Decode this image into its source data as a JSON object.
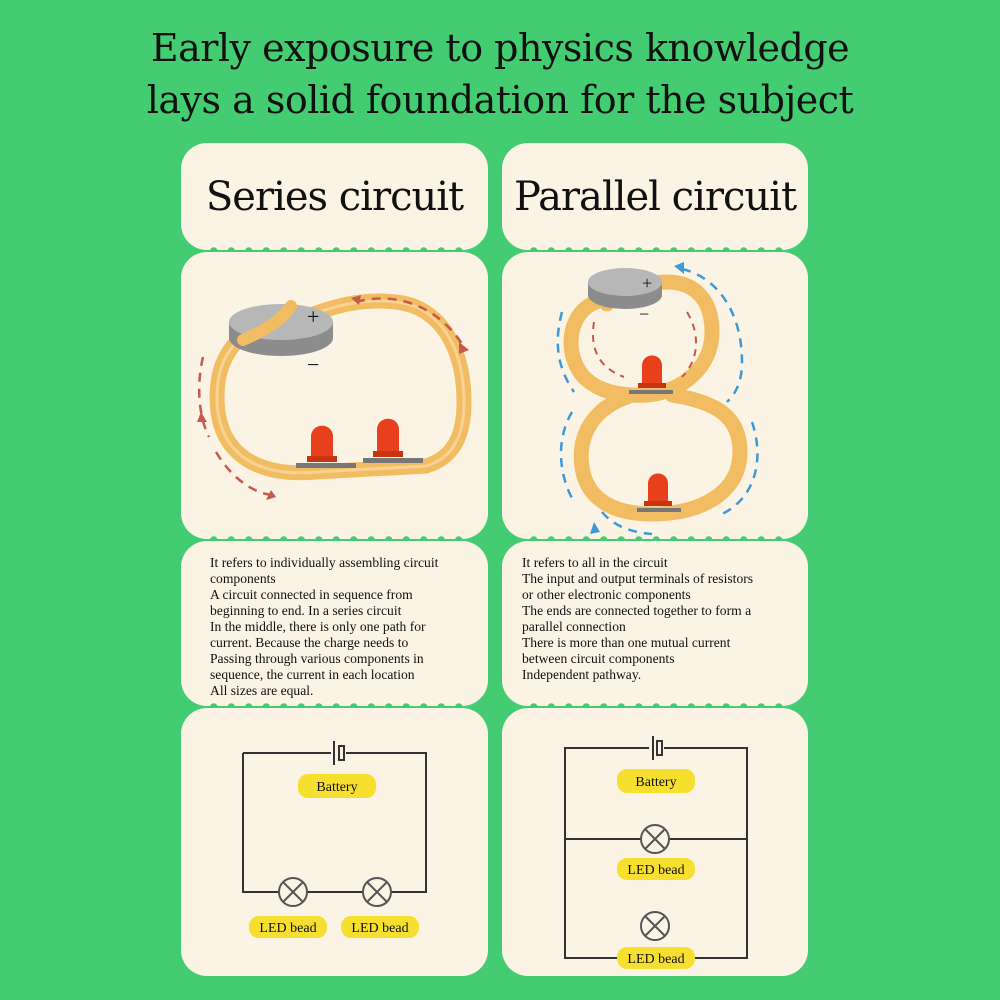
{
  "headline": {
    "line1": "Early exposure to physics knowledge",
    "line2": "lays a solid foundation for the subject"
  },
  "series": {
    "title": "Series circuit",
    "plus": "+",
    "minus": "−",
    "description": [
      "It refers to individually assembling circuit",
      "components",
      "A circuit connected in sequence from",
      "beginning to end. In a series circuit",
      "In the middle, there is only one path for",
      "current. Because the charge needs to",
      "Passing through various components in",
      "sequence, the current in each location",
      "All sizes are equal."
    ],
    "diagram": {
      "battery_label": "Battery",
      "bead_label_1": "LED bead",
      "bead_label_2": "LED bead"
    }
  },
  "parallel": {
    "title": "Parallel circuit",
    "plus": "+",
    "minus": "−",
    "description": [
      "It refers to all in the circuit",
      "The input and output terminals of resistors",
      "or other electronic components",
      "The ends are connected together to form a",
      "parallel connection",
      "There is more than one mutual current",
      "between circuit components",
      "Independent pathway."
    ],
    "diagram": {
      "battery_label": "Battery",
      "bead_label_1": "LED bead",
      "bead_label_2": "LED bead"
    }
  },
  "colors": {
    "background": "#43cc72",
    "card": "#fbf4e5",
    "wire_strip": "#f2bd62",
    "led": "#e8401c",
    "series_arrows": "#c7594a",
    "parallel_arrows": "#3d9ad6",
    "label_highlight": "#f6df2f"
  }
}
